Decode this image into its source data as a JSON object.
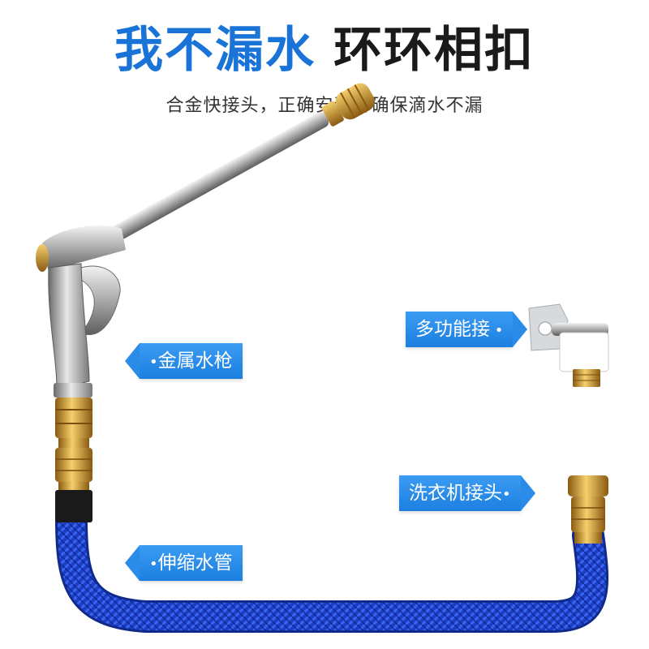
{
  "header": {
    "title_blue": "我不漏水",
    "title_black": "环环相扣",
    "subtitle": "合金快接头，正确安装可确保滴水不漏"
  },
  "labels": {
    "gun": "金属水枪",
    "adapter": "多功能接",
    "washer": "洗衣机接头",
    "hose": "伸缩水管"
  },
  "colors": {
    "brand_blue": "#1a73d6",
    "label_blue": "#2a8be8",
    "hose_blue": "#1c3fc8",
    "brass": "#c9952e"
  }
}
